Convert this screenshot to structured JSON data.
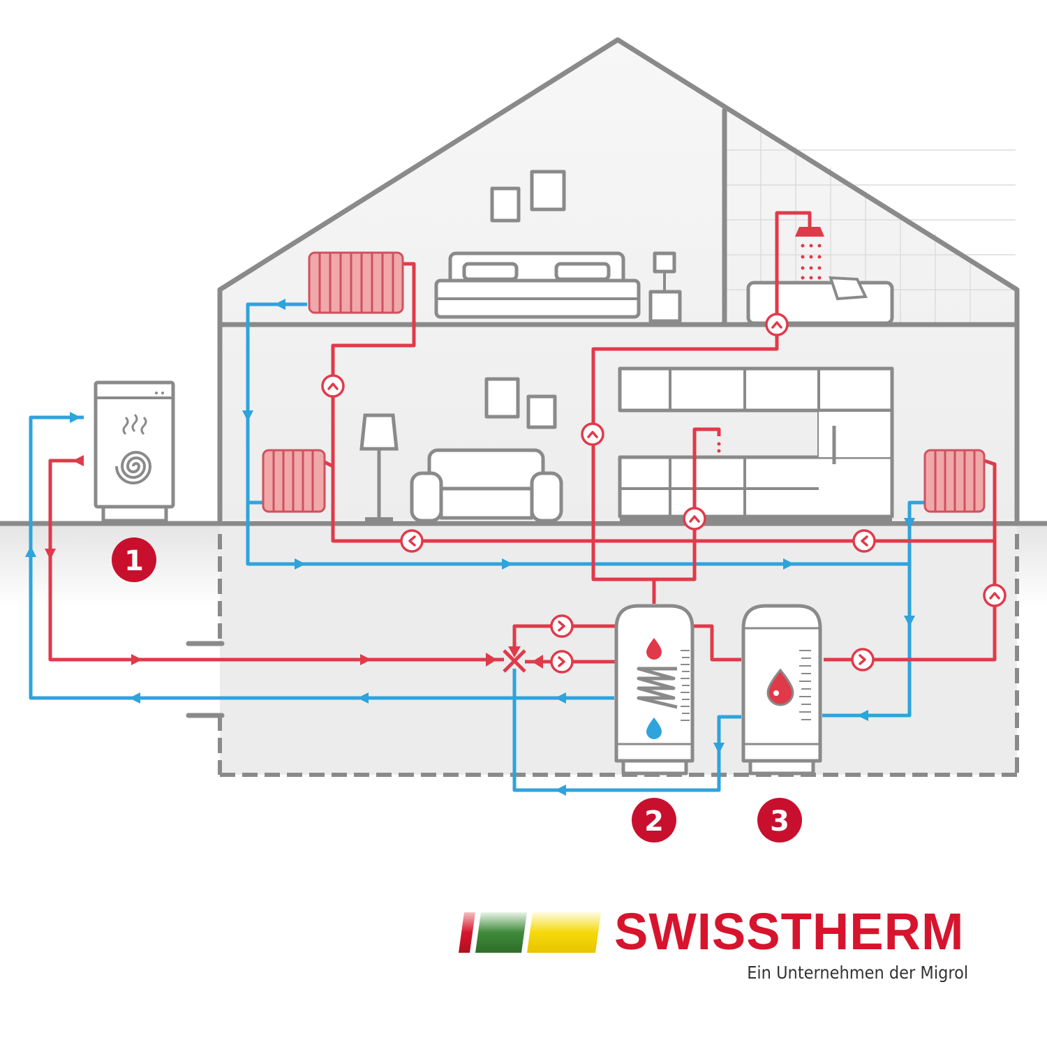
{
  "diagram": {
    "title": "Heat pump heating and hot water system",
    "components": [
      {
        "number": "1",
        "name": "heat-pump"
      },
      {
        "number": "2",
        "name": "hot-water-tank"
      },
      {
        "number": "3",
        "name": "buffer-tank"
      }
    ],
    "colors": {
      "supply": "#e03a4a",
      "return": "#2ea3dc",
      "structure": "#8a8a8a",
      "badge": "#c8102e"
    }
  },
  "logo": {
    "name": "SWISSTHERM",
    "tagline": "Ein Unternehmen der Migrol",
    "stripe_colors": [
      "#d7142d",
      "#3f8a3a",
      "#f5d90a"
    ]
  }
}
